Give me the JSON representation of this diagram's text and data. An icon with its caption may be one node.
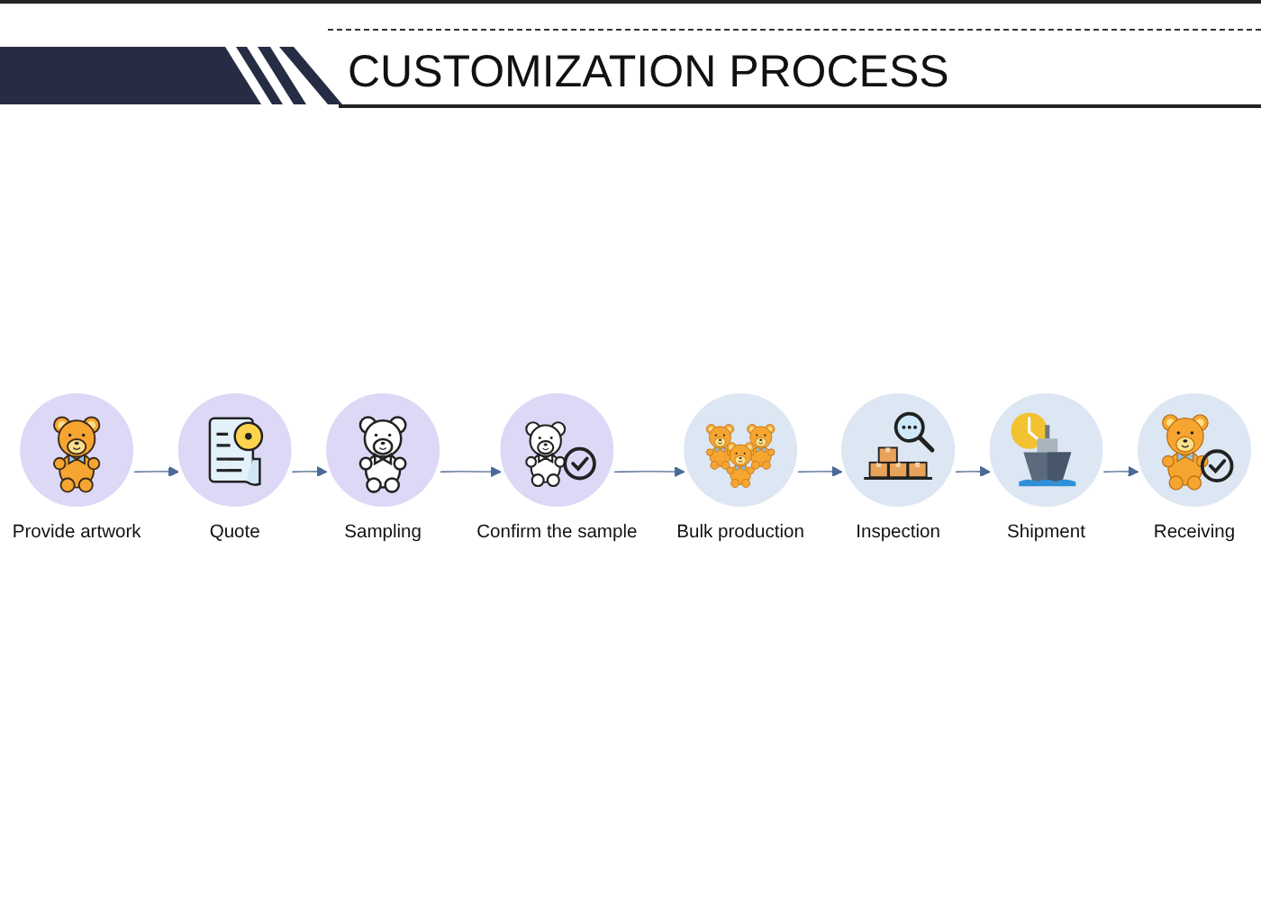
{
  "diagram": {
    "title": "CUSTOMIZATION PROCESS",
    "nodes": [
      {
        "text": [
          "Provide artwork"
        ]
      },
      {
        "text": [
          "Quote"
        ]
      },
      {
        "text": [
          "Sampling"
        ]
      },
      {
        "text": [
          "Confirm the sample"
        ]
      },
      {
        "text": [
          "Bulk production"
        ]
      },
      {
        "text": [
          "Inspection"
        ]
      },
      {
        "text": [
          "Shipment"
        ]
      },
      {
        "text": [
          "Receiving"
        ]
      }
    ],
    "edges": [
      {
        "from": 0,
        "to": 1,
        "arrow": "to"
      },
      {
        "from": 1,
        "to": 2,
        "arrow": "to"
      },
      {
        "from": 2,
        "to": 3,
        "arrow": "to"
      },
      {
        "from": 3,
        "to": 4,
        "arrow": "to"
      },
      {
        "from": 4,
        "to": 5,
        "arrow": "to"
      },
      {
        "from": 5,
        "to": 6,
        "arrow": "to"
      },
      {
        "from": 6,
        "to": 7,
        "arrow": "to"
      }
    ]
  }
}
